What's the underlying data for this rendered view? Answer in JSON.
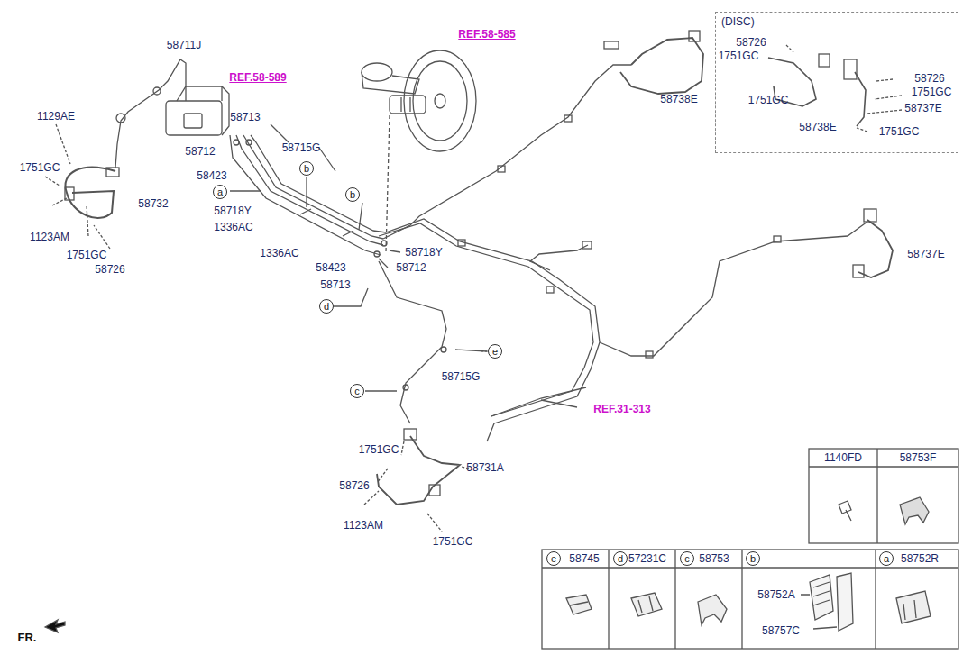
{
  "diagram": {
    "nodes": [
      {
        "text": [
          "(DISC)"
        ]
      },
      {
        "text": [
          "b"
        ]
      },
      {
        "text": [
          "a"
        ]
      },
      {
        "text": [
          "b"
        ]
      },
      {
        "text": [
          "d"
        ]
      },
      {
        "text": [
          "e"
        ]
      },
      {
        "text": [
          "c"
        ]
      },
      {
        "text": [
          "e"
        ]
      },
      {
        "text": [
          "d"
        ]
      },
      {
        "text": [
          "c"
        ]
      },
      {
        "text": [
          "b"
        ]
      },
      {
        "text": [
          "a"
        ]
      }
    ],
    "labels": [
      "REF.58-585",
      "58711J",
      "REF.58-589",
      "58738E",
      "1129AE",
      "58713",
      "58712",
      "58715G",
      "1751GC",
      "58423",
      "58732",
      "58718Y",
      "1336AC",
      "1123AM",
      "1751GC",
      "58726",
      "1336AC",
      "58718Y",
      "58423",
      "58712",
      "58713",
      "REF.31-313",
      "58715G",
      "1751GC",
      "58731A",
      "58726",
      "1123AM",
      "1751GC",
      "58737E",
      "58726",
      "1751GC",
      "1751GC",
      "58738E",
      "58726",
      "1751GC",
      "58737E",
      "1751GC",
      "1140FD",
      "58753F",
      "58745",
      "57231C",
      "58753",
      "58752R",
      "58752A",
      "58757C",
      "FR."
    ]
  }
}
